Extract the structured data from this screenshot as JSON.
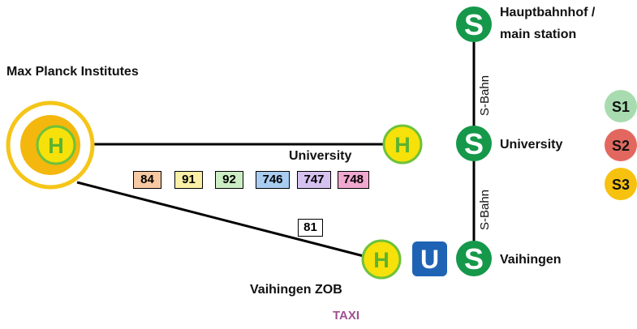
{
  "stops": {
    "max_planck": "Max Planck Institutes",
    "university_bus": "University",
    "vaihingen_zob": "Vaihingen ZOB",
    "hauptbahnhof_line1": "Hauptbahnhof /",
    "hauptbahnhof_line2": "main station",
    "university_train": "University",
    "vaihingen": "Vaihingen"
  },
  "symbols": {
    "bus_stop": "H",
    "subway": "U",
    "sbahn": "S"
  },
  "sbahn_segment_label": "S-Bahn",
  "bus_routes_university": [
    {
      "number": "84",
      "color": "#f7c9a2"
    },
    {
      "number": "91",
      "color": "#fbf0a6"
    },
    {
      "number": "92",
      "color": "#cdeec5"
    },
    {
      "number": "746",
      "color": "#a9cdf0"
    },
    {
      "number": "747",
      "color": "#d5c2ef"
    },
    {
      "number": "748",
      "color": "#f0a8cf"
    }
  ],
  "bus_route_zob": "81",
  "sbahn_lines": [
    {
      "name": "S1",
      "color": "#a8dcb0"
    },
    {
      "name": "S2",
      "color": "#e2685f"
    },
    {
      "name": "S3",
      "color": "#f7c20f"
    }
  ],
  "taxi": {
    "label": "TAXI",
    "color": "#a0508f"
  },
  "colors": {
    "bus_stop_fill": "#f7e10a",
    "bus_stop_ring": "#6ec23a",
    "bus_stop_letter": "#5db32f",
    "max_planck_ring": "#f5c518",
    "max_planck_inner": "#f3b70d",
    "sbahn_green": "#15984a",
    "ubahn_blue": "#1f63b5",
    "line_black": "#000000"
  }
}
